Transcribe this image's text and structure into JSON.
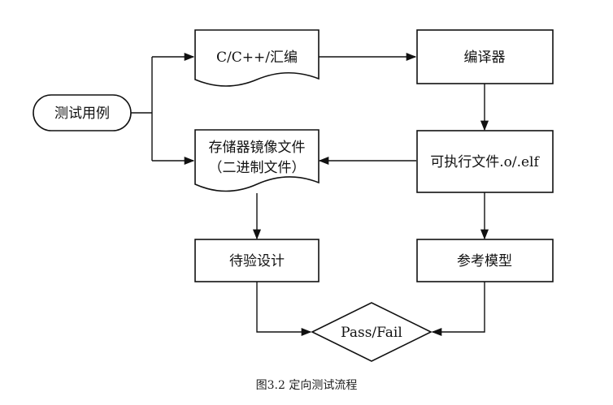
{
  "diagram": {
    "nodes": {
      "test_cases": "测试用例",
      "source": "C/C++/汇编",
      "compiler": "编译器",
      "memory_image_line1": "存储器镜像文件",
      "memory_image_line2": "（二进制文件）",
      "executable": "可执行文件.o/.elf",
      "dut": "待验设计",
      "reference_model": "参考模型",
      "pass_fail": "Pass/Fail"
    },
    "caption": "图3.2  定向测试流程"
  }
}
